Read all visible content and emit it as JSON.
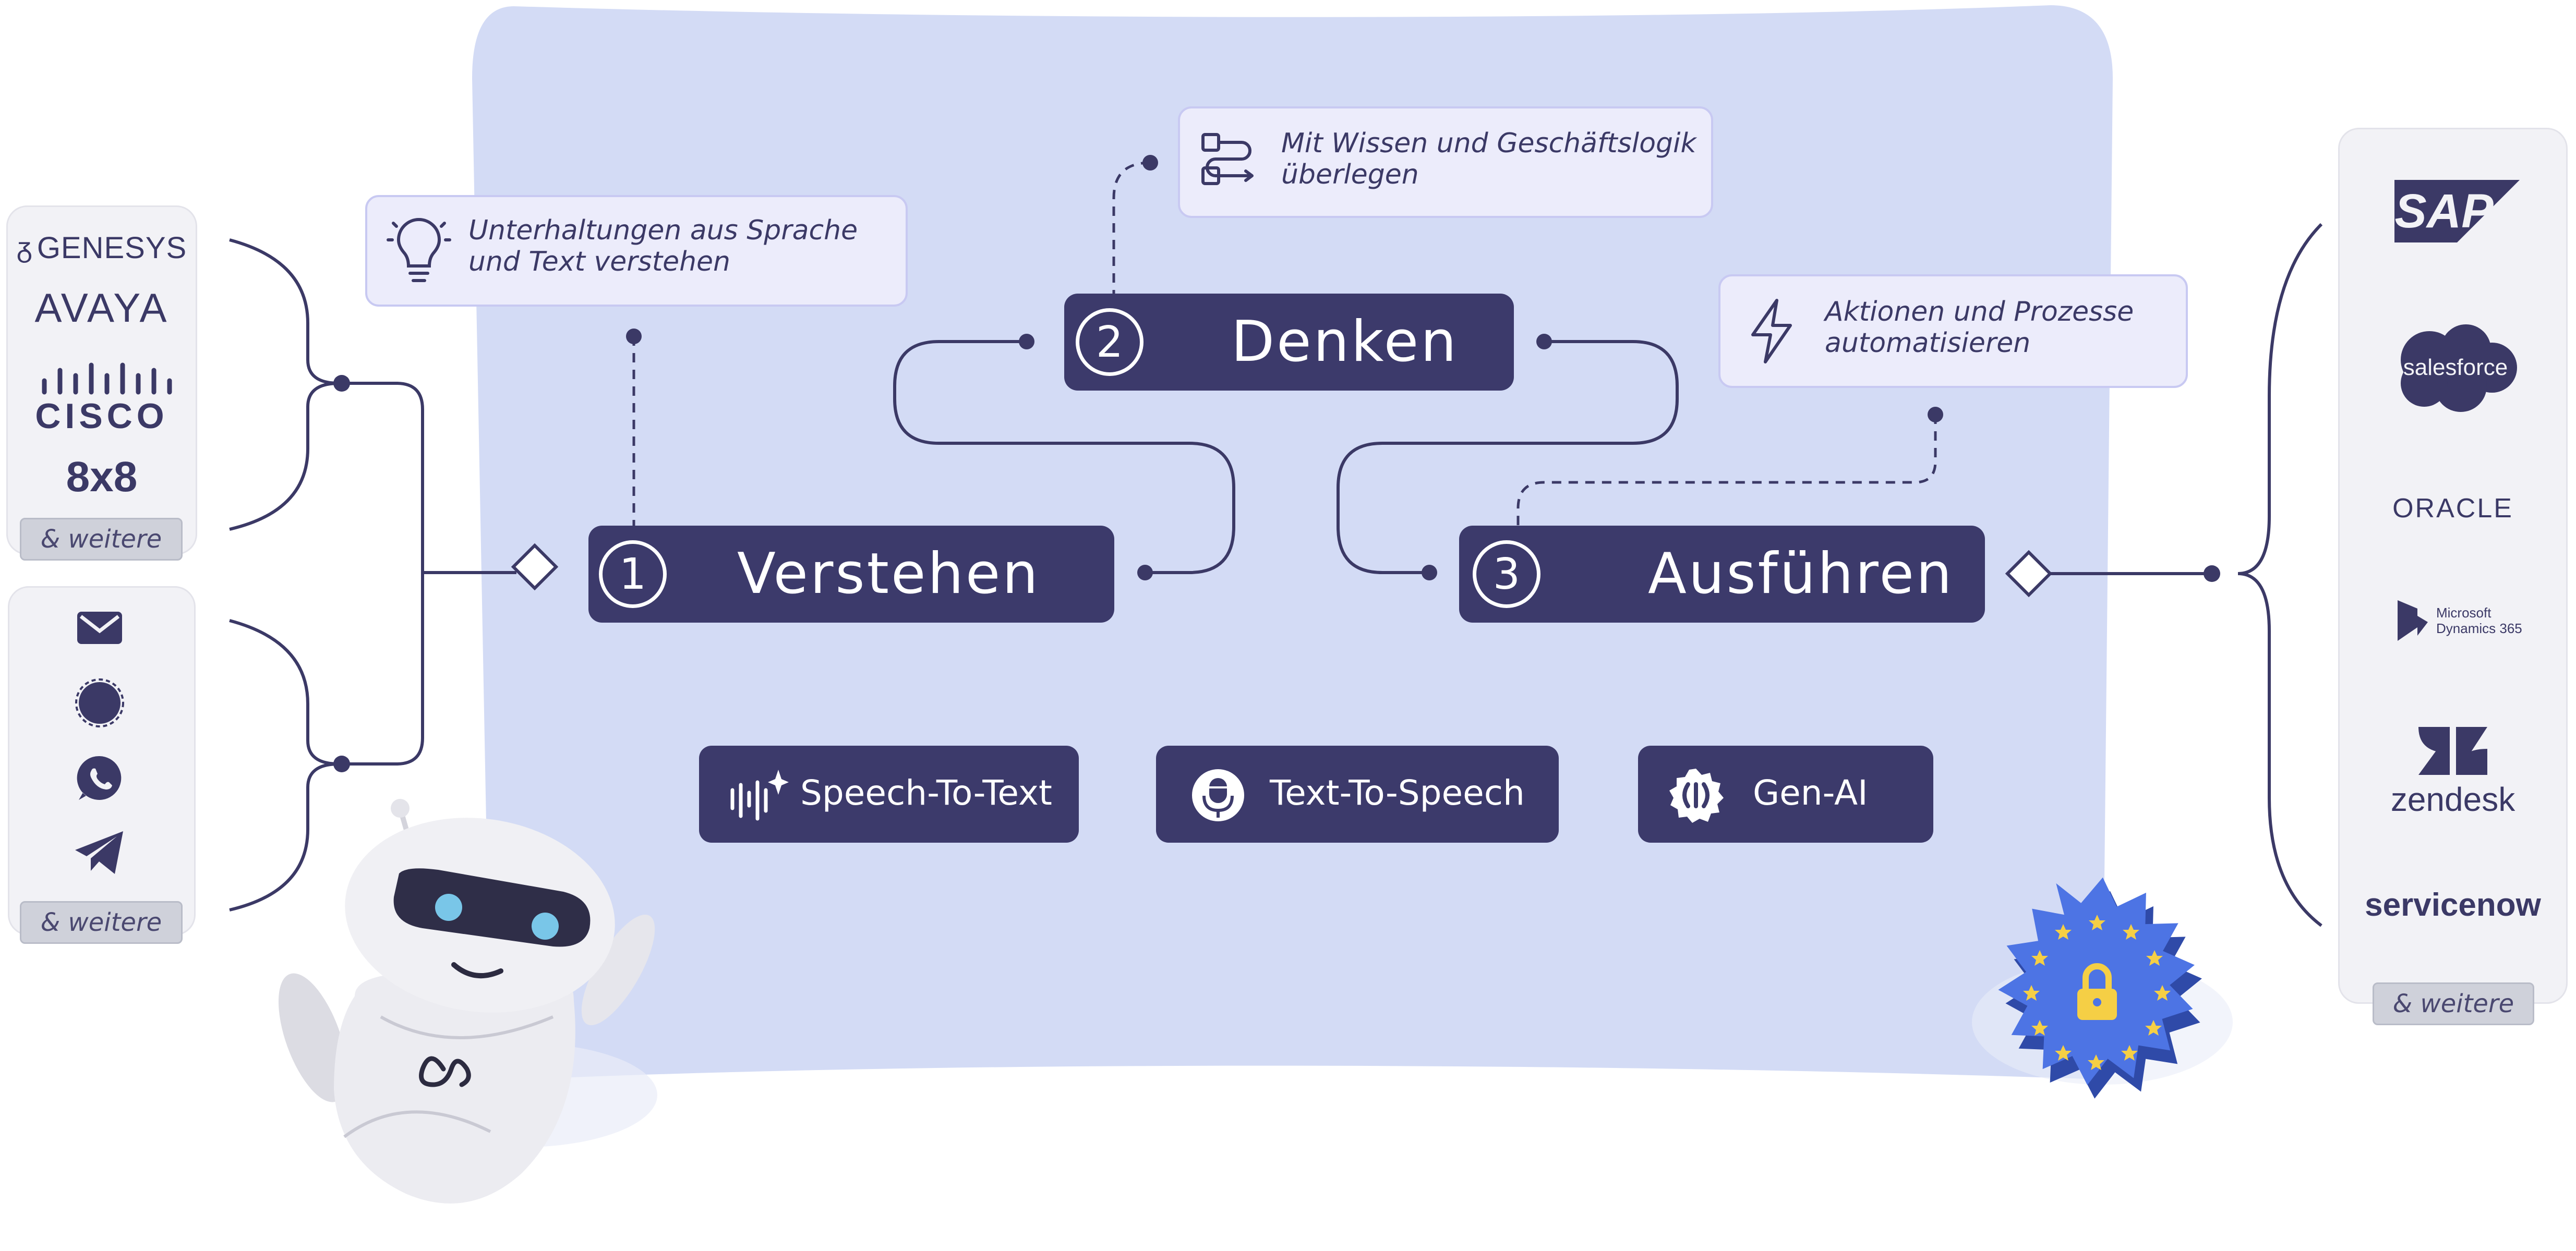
{
  "colors": {
    "panel_bg": "#d3dbf5",
    "step_bg": "#3c3a6b",
    "callout_bg": "#ececfb",
    "callout_border": "#c8c9f2",
    "line": "#3b3966",
    "side_bg": "#f2f2f6",
    "badge_blue": "#4d74e4",
    "star_yellow": "#f5cf45"
  },
  "left_top_logos": [
    "GENESYS",
    "AVAYA",
    "CISCO",
    "8x8"
  ],
  "left_bottom_icons": [
    "mail-icon",
    "signal-icon",
    "whatsapp-icon",
    "telegram-icon"
  ],
  "right_logos": [
    "SAP",
    "salesforce",
    "ORACLE",
    "Microsoft",
    "Dynamics 365",
    "zendesk",
    "servicenow"
  ],
  "more_label": "& weitere",
  "steps": [
    {
      "number": "1",
      "label": "Verstehen"
    },
    {
      "number": "2",
      "label": "Denken"
    },
    {
      "number": "3",
      "label": "Ausführen"
    }
  ],
  "callouts": {
    "understand": {
      "line1": "Unterhaltungen aus Sprache",
      "line2": "und Text verstehen",
      "icon": "lightbulb-icon"
    },
    "think": {
      "line1": "Mit Wissen und Geschäftslogik",
      "line2": "überlegen",
      "icon": "workflow-icon"
    },
    "execute": {
      "line1": "Aktionen und Prozesse",
      "line2": "automatisieren",
      "icon": "lightning-icon"
    }
  },
  "capabilities": [
    {
      "label": "Speech-To-Text",
      "icon": "waveform-sparkle-icon"
    },
    {
      "label": "Text-To-Speech",
      "icon": "microphone-icon"
    },
    {
      "label": "Gen-AI",
      "icon": "ai-chip-icon"
    }
  ]
}
